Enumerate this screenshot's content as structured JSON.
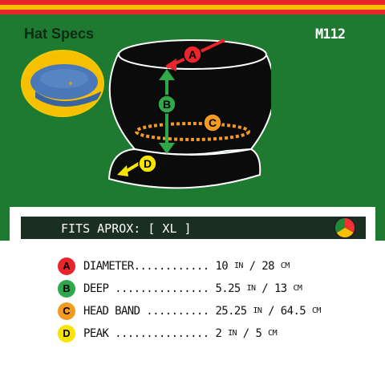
{
  "header": {
    "title": "Hat Specs",
    "code": "M112"
  },
  "colors": {
    "red": "#e8252b",
    "yellow": "#f6c000",
    "green": "#1e7a30",
    "orange": "#f39b1f",
    "black": "#111111"
  },
  "fits": {
    "label": "FITS APROX: [ XL ]"
  },
  "diagram_labels": {
    "a": "A",
    "b": "B",
    "c": "C",
    "d": "D"
  },
  "specs": [
    {
      "letter": "A",
      "name": "DIAMETER",
      "dots": "............",
      "v1": "10",
      "u1": "IN",
      "v2": "28",
      "u2": "CM",
      "color": "#e8252b"
    },
    {
      "letter": "B",
      "name": "DEEP",
      "dots": " ...............",
      "v1": "5.25",
      "u1": "IN",
      "v2": "13",
      "u2": "CM",
      "color": "#2fa84a"
    },
    {
      "letter": "C",
      "name": "HEAD BAND",
      "dots": " ..........",
      "v1": "25.25",
      "u1": "IN",
      "v2": "64.5",
      "u2": "CM",
      "color": "#f39b1f"
    },
    {
      "letter": "D",
      "name": "PEAK",
      "dots": " ...............",
      "v1": "2",
      "u1": "IN",
      "v2": "5",
      "u2": "CM",
      "color": "#f7e400"
    }
  ]
}
